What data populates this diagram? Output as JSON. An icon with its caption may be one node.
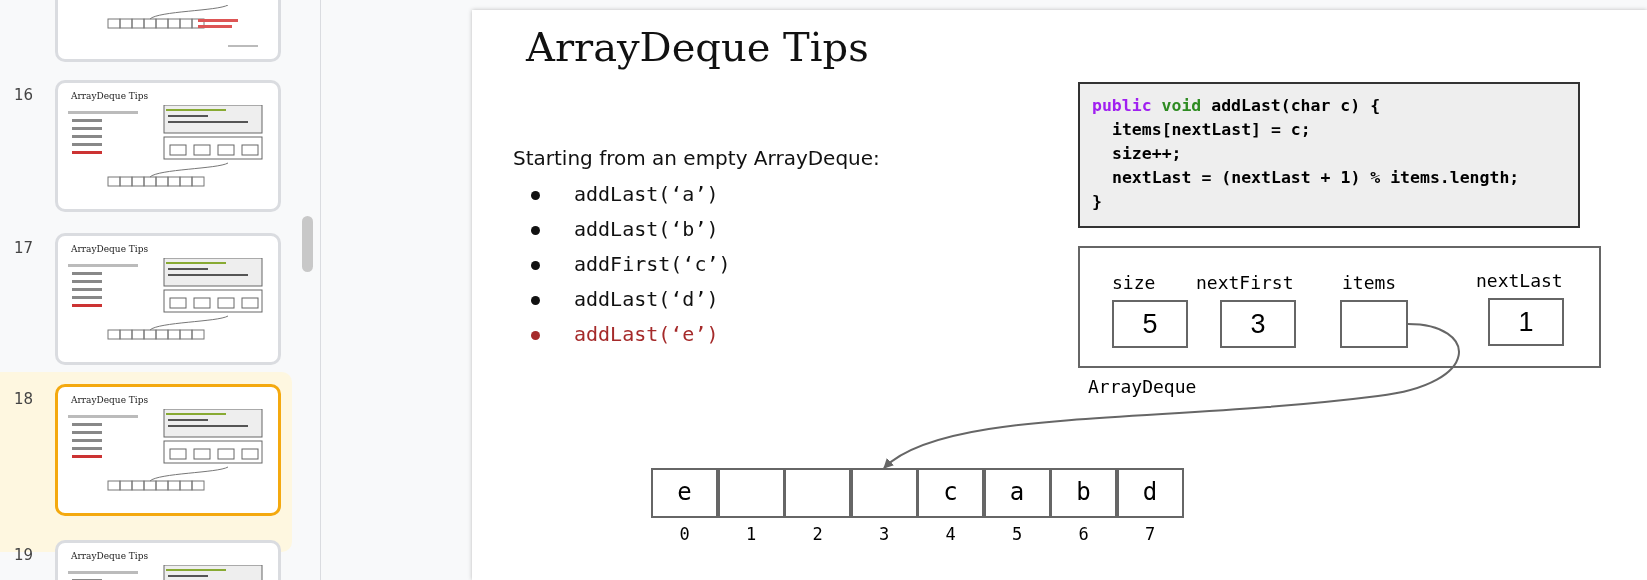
{
  "diagram": {
    "title": "ArrayDeque Tips",
    "nodes": [
      {
        "text": [],
        "shape": "picture"
      },
      {
        "text": [
          "ArrayDeque Tips"
        ],
        "beside": [
          "16"
        ]
      },
      {
        "text": [
          "ArrayDeque Tips"
        ],
        "beside": [
          "17"
        ]
      },
      {
        "text": [
          "ArrayDeque Tips"
        ],
        "beside": [
          "18"
        ]
      },
      {
        "text": [
          "ArrayDeque Tips"
        ],
        "beside": [
          "19"
        ]
      },
      {
        "text": [
          "public void addLast(char c) {",
          "items[nextLast] = c;",
          "size++;",
          "nextLast = (nextLast + 1) % items.length;",
          "}"
        ]
      },
      {
        "text": [
          "ArrayDeque"
        ]
      },
      {
        "text": [
          "size",
          "5"
        ],
        "in": 6
      },
      {
        "text": [
          "nextFirst",
          "3"
        ],
        "in": 6
      },
      {
        "text": [
          "items"
        ],
        "in": 6
      },
      {
        "text": [
          "nextLast",
          "1"
        ],
        "in": 6
      },
      {
        "text": [
          "e"
        ],
        "beside": [
          "0"
        ]
      },
      {
        "text": [],
        "shape": "box",
        "beside": [
          "1"
        ]
      },
      {
        "text": [],
        "shape": "box",
        "beside": [
          "2"
        ]
      },
      {
        "text": [],
        "shape": "box",
        "beside": [
          "3"
        ]
      },
      {
        "text": [
          "c"
        ],
        "beside": [
          "4"
        ]
      },
      {
        "text": [
          "a"
        ],
        "beside": [
          "5"
        ]
      },
      {
        "text": [
          "b"
        ],
        "beside": [
          "6"
        ]
      },
      {
        "text": [
          "d"
        ],
        "beside": [
          "7"
        ]
      }
    ],
    "edges": [
      {
        "from": 9,
        "to": 14,
        "arrow": "to"
      }
    ],
    "labels": [
      "Starting from an empty ArrayDeque:",
      "addLast(‘a’)",
      "addLast(‘b’)",
      "addFirst(‘c’)",
      "addLast(‘d’)",
      "addLast(‘e’)"
    ]
  }
}
